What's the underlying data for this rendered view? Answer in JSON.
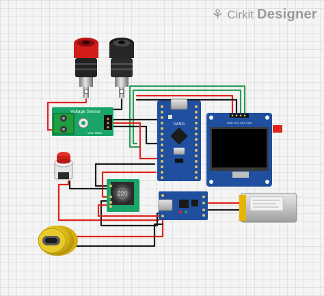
{
  "brand": {
    "logo_icon": "cirkit-logo-icon",
    "name_part1": "Cirkit",
    "name_part2": "Designer"
  },
  "voltage_sensor": {
    "title": "Voltage Sensor",
    "pin_label": "VCC GND"
  },
  "arduino": {
    "label": "NANO"
  },
  "oled": {
    "pin_label": "GND VCC SCL SDA"
  },
  "inductor": {
    "value": "220"
  },
  "battery": {
    "label": ""
  },
  "colors": {
    "red_wire": "#e0241b",
    "black_wire": "#1b1b1b",
    "green_wire": "#2f9d5b",
    "board_blue": "#1f4f9e",
    "sensor_green": "#19a468"
  }
}
